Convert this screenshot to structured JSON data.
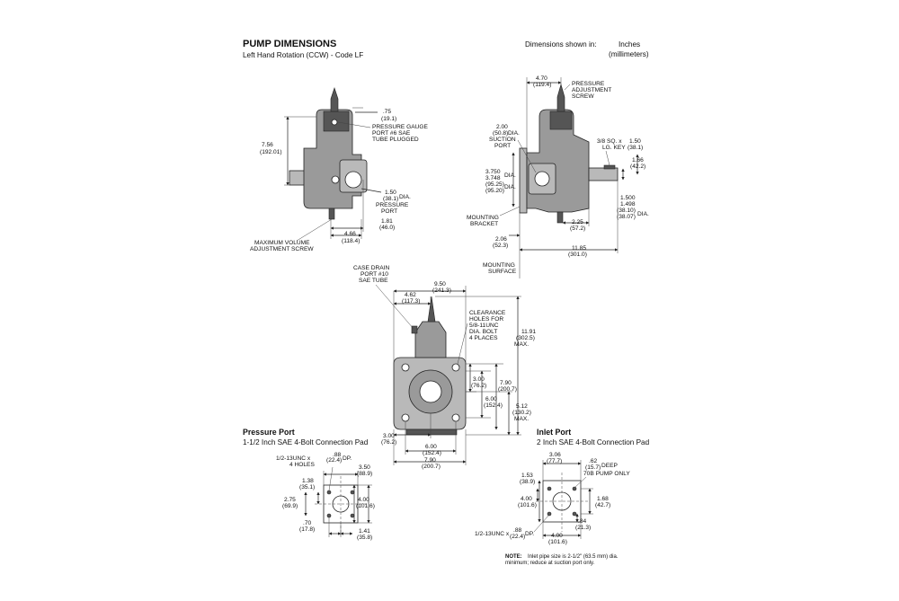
{
  "header": {
    "title": "PUMP DIMENSIONS",
    "subtitle": "Left Hand Rotation (CCW) - Code LF",
    "units_label": "Dimensions shown in:",
    "units_primary": "Inches",
    "units_secondary": "(millimeters)"
  },
  "side_view": {
    "dim_top": [
      " .75",
      "(19.1)"
    ],
    "gauge_port": [
      "PRESSURE GAUGE",
      "PORT #6 SAE",
      "TUBE PLUGGED"
    ],
    "height": [
      "7.56",
      "(192.01)"
    ],
    "pressure_port": [
      "1.50",
      "(38.1)",
      "PRESSURE",
      "PORT"
    ],
    "pressure_port_dia": "DIA.",
    "offset": [
      "1.81",
      "(46.0)"
    ],
    "width": [
      "4.66",
      "(118.4)"
    ],
    "vol_screw": [
      "MAXIMUM VOLUME",
      "ADJUSTMENT SCREW"
    ]
  },
  "front_view": {
    "top": [
      "4.70",
      "(119.4)"
    ],
    "press_screw": [
      "PRESSURE",
      "ADJUSTMENT",
      "SCREW"
    ],
    "suction": [
      "2.00",
      "(50.8)",
      "SUCTION",
      "PORT"
    ],
    "suction_dia": "DIA.",
    "key": [
      "3/8 SQ. x",
      "LG. KEY"
    ],
    "key_len": [
      "1.50",
      "(38.1)"
    ],
    "shaft_h": [
      "1.66",
      "(42.2)"
    ],
    "pilot": [
      "3.750",
      "3.748",
      "(95.25)",
      "(95.20)"
    ],
    "pilot_dia": [
      "DIA.",
      "DIA."
    ],
    "shaft_dia": [
      "1.500",
      "1.498",
      "(38.10)",
      "(38.07)"
    ],
    "shaft_dia_label": "DIA.",
    "bracket": [
      "MOUNTING",
      "BRACKET"
    ],
    "d225": [
      "2.25",
      "(57.2)"
    ],
    "d206": [
      "2.06",
      "(52.3)"
    ],
    "d1185": [
      "11.85",
      "(301.0)"
    ],
    "surface": [
      "MOUNTING",
      "SURFACE"
    ]
  },
  "bottom_view": {
    "case_drain": [
      "CASE DRAIN",
      "PORT #10",
      "SAE TUBE"
    ],
    "w950": [
      "9.50",
      "(241.3)"
    ],
    "w462": [
      "4.62",
      "(117.3)"
    ],
    "clearance": [
      "CLEARANCE",
      "HOLES FOR",
      "5/8-11UNC",
      "DIA. BOLT",
      "4 PLACES"
    ],
    "h1191": [
      "11.91",
      "(302.5)",
      "MAX."
    ],
    "h300": [
      "3.00",
      "(76.2)"
    ],
    "h790": [
      "7.90",
      "(200.7)"
    ],
    "h600": [
      "6.00",
      "(152.4)"
    ],
    "h512": [
      "5.12",
      "(130.2)",
      "MAX."
    ],
    "b300": [
      "3.00",
      "(76.2)"
    ],
    "b600": [
      "6.00",
      "(152.4)"
    ],
    "b790": [
      "7.90",
      "(200.7)"
    ]
  },
  "pressure_port": {
    "title": "Pressure Port",
    "subtitle": "1-1/2 Inch SAE 4-Bolt Connection Pad",
    "thread": [
      "1/2-13UNC x",
      "4 HOLES"
    ],
    "deep": [
      ".88",
      "(22.4)",
      "DP."
    ],
    "d350": [
      "3.50",
      "(88.9)"
    ],
    "d138": [
      "1.38",
      "(35.1)"
    ],
    "d275": [
      "2.75",
      "(69.9)"
    ],
    "d400": [
      "4.00",
      "(101.6)"
    ],
    "d070": [
      ".70",
      "(17.8)"
    ],
    "d141": [
      "1.41",
      "(35.8)"
    ]
  },
  "inlet_port": {
    "title": "Inlet Port",
    "subtitle": "2 Inch SAE 4-Bolt Connection Pad",
    "d306": [
      "3.06",
      "(77.7)"
    ],
    "deep": [
      ".62",
      "(15.7)",
      "DEEP",
      "70B PUMP ONLY"
    ],
    "d153": [
      "1.53",
      "(38.9)"
    ],
    "d400a": [
      "4.00",
      "(101.6)"
    ],
    "d168": [
      "1.68",
      "(42.7)"
    ],
    "d084": [
      ".84",
      "(21.3)"
    ],
    "thread": [
      "1/2-13UNC x",
      ".88",
      "(22.4)",
      "DP."
    ],
    "d400b": [
      "4.00",
      "(101.6)"
    ]
  },
  "note": {
    "label": "NOTE:",
    "line1": "Inlet pipe size is 2-1/2\" (63.5 mm) dia.",
    "line2": "minimum;  reduce at suction port only."
  }
}
